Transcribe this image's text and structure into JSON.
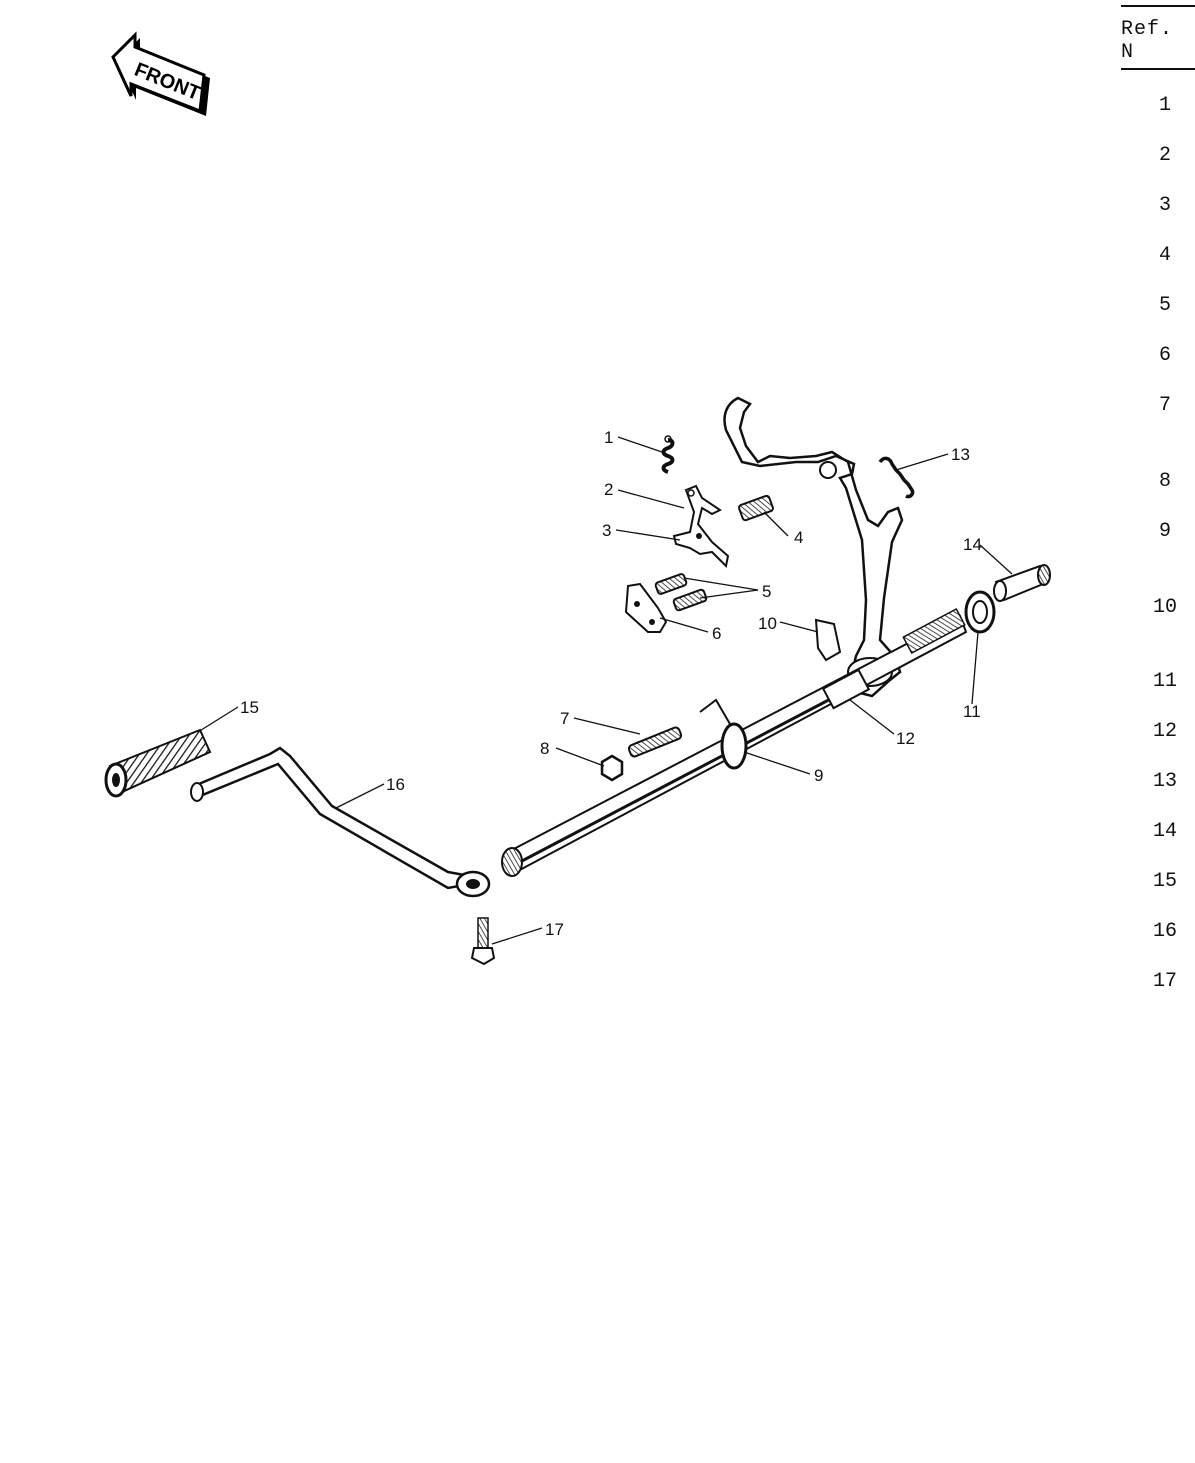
{
  "front_label": "FRONT",
  "ref_table": {
    "header": "Ref. N",
    "numbers": [
      "1",
      "2",
      "3",
      "4",
      "5",
      "6",
      "7",
      "8",
      "9",
      "10",
      "11",
      "12",
      "13",
      "14",
      "15",
      "16",
      "17"
    ]
  },
  "callouts": {
    "c1": "1",
    "c2": "2",
    "c3": "3",
    "c4": "4",
    "c5": "5",
    "c6": "6",
    "c7": "7",
    "c8": "8",
    "c9": "9",
    "c10": "10",
    "c11": "11",
    "c12": "12",
    "c13": "13",
    "c14": "14",
    "c15": "15",
    "c16": "16",
    "c17": "17"
  }
}
